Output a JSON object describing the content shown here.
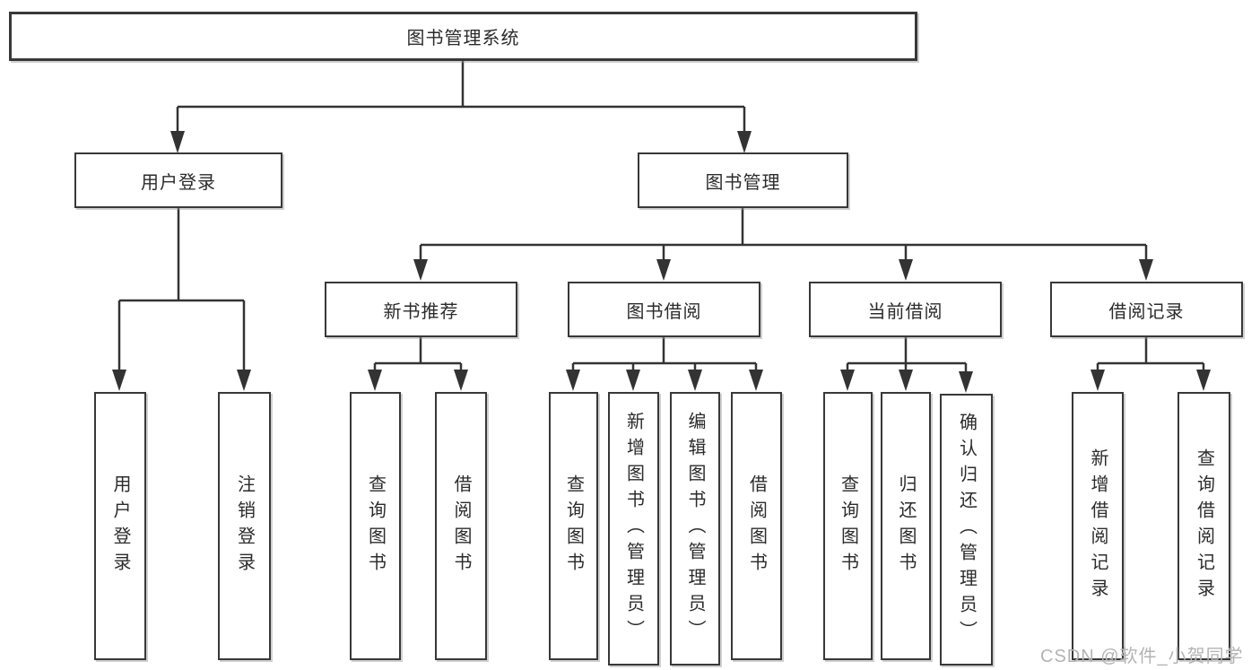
{
  "tree": {
    "label": "图书管理系统",
    "children": [
      {
        "label": "用户登录",
        "children": [
          {
            "label": "用户登录"
          },
          {
            "label": "注销登录"
          }
        ]
      },
      {
        "label": "图书管理",
        "children": [
          {
            "label": "新书推荐",
            "children": [
              {
                "label": "查询图书"
              },
              {
                "label": "借阅图书"
              }
            ]
          },
          {
            "label": "图书借阅",
            "children": [
              {
                "label": "查询图书"
              },
              {
                "label": "新增图书（管理员）"
              },
              {
                "label": "编辑图书（管理员）"
              },
              {
                "label": "借阅图书"
              }
            ]
          },
          {
            "label": "当前借阅",
            "children": [
              {
                "label": "查询图书"
              },
              {
                "label": "归还图书"
              },
              {
                "label": "确认归还（管理员）"
              }
            ]
          },
          {
            "label": "借阅记录",
            "children": [
              {
                "label": "新增借阅记录"
              },
              {
                "label": "查询借阅记录"
              }
            ]
          }
        ]
      }
    ]
  },
  "watermark": "CSDN @软件_小贺同学",
  "colors": {
    "line": "#333333",
    "box_border": "#383838",
    "text": "#2b2b2b",
    "watermark": "#b3b3b3",
    "background": "#ffffff"
  }
}
